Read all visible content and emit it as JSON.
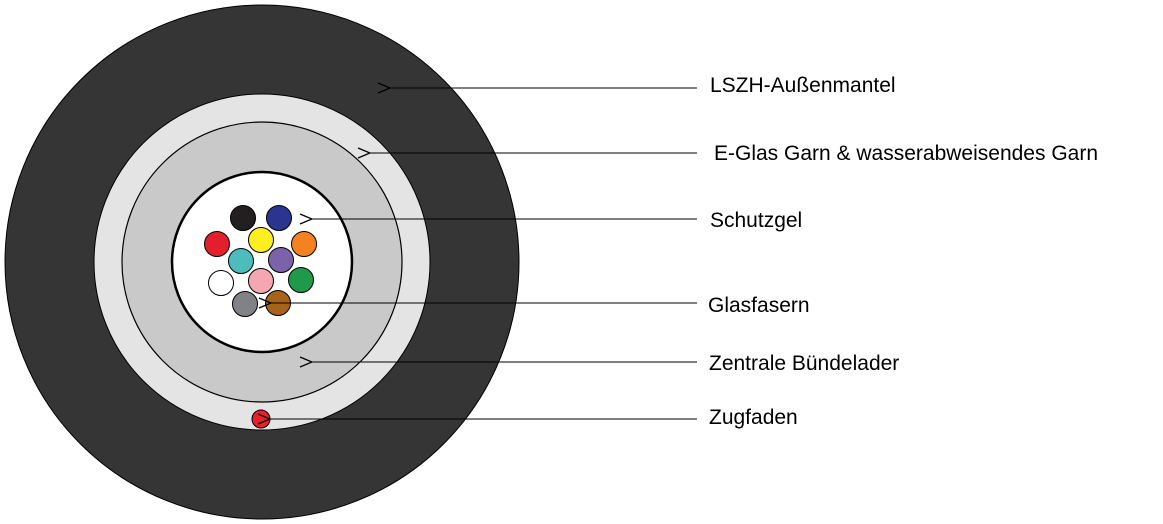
{
  "diagram": {
    "colors": {
      "outer_sheath": "#353535",
      "yarn_layer": "#e4e4e4",
      "loose_tube": "#c9c9c9",
      "gel": "#ffffff",
      "ripcord": "#e8202a",
      "outline": "#000000"
    },
    "labels": {
      "outer_sheath": "LSZH-Außenmantel",
      "yarn": "E-Glas Garn & wasserabweisendes Garn",
      "gel": "Schutzgel",
      "fibers": "Glasfasern",
      "tube": "Zentrale Bündelader",
      "ripcord": "Zugfaden"
    },
    "fibers": [
      {
        "name": "black",
        "color": "#231f20"
      },
      {
        "name": "blue",
        "color": "#2b3590"
      },
      {
        "name": "red",
        "color": "#e31e2d"
      },
      {
        "name": "yellow",
        "color": "#fcee21"
      },
      {
        "name": "orange",
        "color": "#f58220"
      },
      {
        "name": "turquoise",
        "color": "#4dbcbd"
      },
      {
        "name": "violet",
        "color": "#7c62a9"
      },
      {
        "name": "white",
        "color": "#ffffff"
      },
      {
        "name": "rose",
        "color": "#f4a7b0"
      },
      {
        "name": "green",
        "color": "#1f9a4b"
      },
      {
        "name": "gray",
        "color": "#808285"
      },
      {
        "name": "brown",
        "color": "#a6631b"
      }
    ]
  }
}
